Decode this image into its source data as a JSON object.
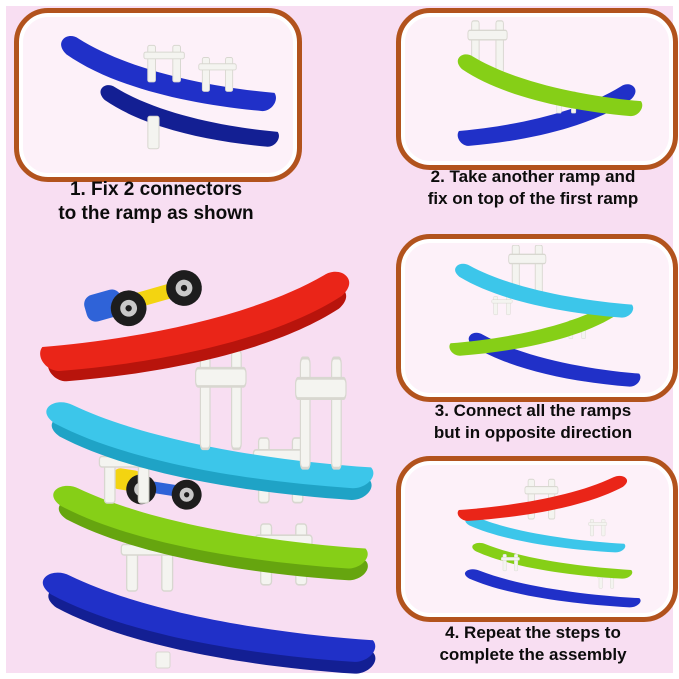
{
  "colors": {
    "page-margin": "#ffffff",
    "background": "#f8def2",
    "panel-bg": "#fdf1f9",
    "panel-border": "#b2531d",
    "text": "#0c0c0c",
    "ramp-blue": "#2030c8",
    "ramp-blue-dark": "#131f93",
    "ramp-green": "#86cf17",
    "ramp-green-dark": "#66a50f",
    "ramp-cyan": "#3cc6ea",
    "ramp-cyan-dark": "#1fa3c6",
    "ramp-red": "#ea2518",
    "ramp-red-dark": "#b8140c",
    "connector": "#f4f4f0",
    "connector-shadow": "#d8d7d0",
    "wheel": "#1d1d1d",
    "wheel-hub": "#c9c9c9",
    "car-yellow": "#f3d411",
    "car-blue": "#2f63d8"
  },
  "steps": [
    {
      "label": "1. Fix 2 connectors to the ramp as shown",
      "illustration": "blue-ramp-with-two-connectors"
    },
    {
      "label": "2. Take another ramp and fix on top of the first ramp",
      "illustration": "green-ramp-on-blue-ramp"
    },
    {
      "label": "3. Connect all the ramps but in opposite direction",
      "illustration": "cyan-green-blue-ramps-stacked"
    },
    {
      "label": "4. Repeat the steps to complete the assembly",
      "illustration": "four-ramps-fully-assembled"
    }
  ],
  "main_image": {
    "name": "assembled-four-layer-ramp-tower-with-two-toy-cars"
  }
}
